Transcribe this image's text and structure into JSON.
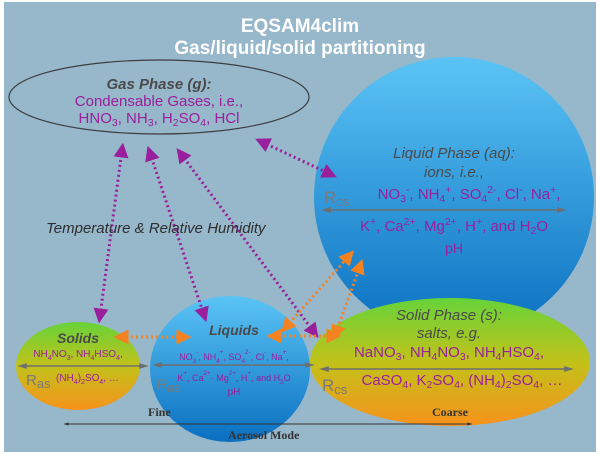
{
  "title": {
    "line1": "EQSAM4clim",
    "line2": "Gas/liquid/solid partitioning"
  },
  "gas_phase": {
    "heading": "Gas Phase (g):",
    "line1": "Condensable Gases, i.e.,",
    "species": [
      "HNO",
      "3",
      ", NH",
      "3",
      ", H",
      "2",
      "SO",
      "4",
      ", HCl"
    ]
  },
  "liquid_phase": {
    "heading": "Liquid Phase (aq):",
    "subheading": "ions, i.e.,",
    "ions_line1": [
      "NO",
      "3",
      "-",
      ", NH",
      "4",
      "+",
      ", SO",
      "4",
      "2-",
      ", Cl",
      "-",
      ", Na",
      "+",
      ","
    ],
    "ions_line2": [
      "K",
      "+",
      ", Ca",
      "2+",
      ", Mg",
      "2+",
      ", H",
      "+",
      ", and H",
      "2",
      "O"
    ],
    "ph": "pH",
    "r_label": "R",
    "r_sub": "cs"
  },
  "solid_phase": {
    "heading": "Solid Phase (s):",
    "subheading": "salts, e.g.",
    "salts_line1": [
      "NaNO",
      "3",
      ", NH",
      "4",
      "NO",
      "3",
      ", NH",
      "4",
      "HSO",
      "4",
      ","
    ],
    "salts_line2": [
      "CaSO",
      "4",
      ", K",
      "2",
      "SO",
      "4",
      ", (NH",
      "4",
      ")",
      "2",
      "SO",
      "4",
      ", …"
    ],
    "r_label": "R",
    "r_sub": "cs"
  },
  "solids": {
    "heading": "Solids",
    "line1": [
      "NH",
      "4",
      "NO",
      "3",
      ", NH",
      "4",
      "HSO",
      "4",
      ","
    ],
    "line2": [
      "(NH",
      "4",
      ")",
      "2",
      "SO",
      "4",
      ", …"
    ],
    "r_label": "R",
    "r_sub": "as"
  },
  "liquids": {
    "heading": "Liquids",
    "line1": [
      "NO",
      "3",
      "-",
      ", NH",
      "4",
      "+",
      ", SO",
      "4",
      "2-",
      ", Cl",
      "-",
      ", Na",
      "+",
      ","
    ],
    "line2": [
      "K",
      "+",
      ", Ca",
      "2+",
      "· Mg",
      "2+",
      ", H",
      "+",
      ", and  H",
      "2",
      "O"
    ],
    "ph": "pH",
    "r_label": "R",
    "r_sub": "as"
  },
  "conditions_label": "Temperature & Relative Humidity",
  "axis": {
    "fine": "Fine",
    "coarse": "Coarse",
    "label": "Aerosol Mode"
  },
  "colors": {
    "background": "#97b7cb",
    "purple_text": "#9a1f9c",
    "purple_arrow": "#9a1f9c",
    "orange_arrow": "#f58220",
    "blue_top": "#5bc4f5",
    "blue_bottom": "#0a72c2",
    "green_top": "#6ad33a",
    "orange_bottom": "#f7941d"
  }
}
